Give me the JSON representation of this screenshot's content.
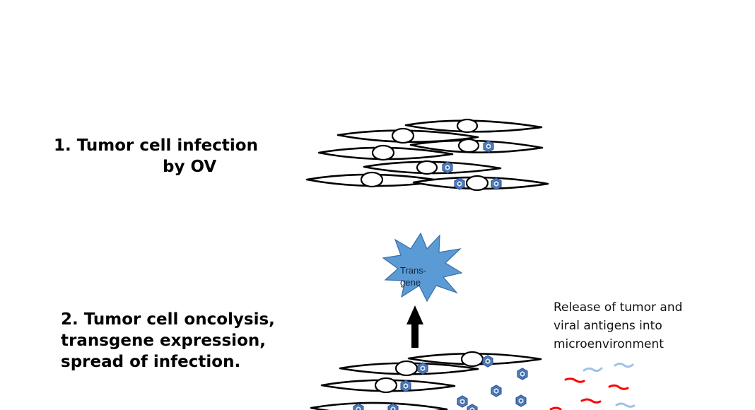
{
  "steps": [
    {
      "line1": "1. Tumor cell infection",
      "line2": "by OV"
    },
    {
      "lines": [
        "2. Tumor cell oncolysis,",
        "transgene expression,",
        "spread of  infection."
      ]
    }
  ],
  "transgene_label": {
    "line1": "Trans-",
    "line2": "gene"
  },
  "release_note": [
    "Release of tumor and",
    "viral antigens into",
    "microenvironment"
  ],
  "colors": {
    "cell_outline": "#000000",
    "virus_fill": "#4f81bd",
    "virus_stroke": "#2f5597",
    "burst_fill": "#5b9bd5",
    "antigen_red": "#ff0000",
    "antigen_blue": "#9dc3e6"
  },
  "icons": [
    "virus-icon",
    "transgene-burst-icon",
    "up-arrow-icon",
    "antigen-icon"
  ]
}
